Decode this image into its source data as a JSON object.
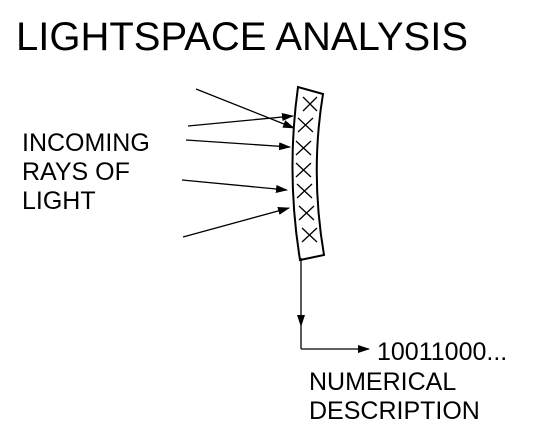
{
  "title": "LIGHTSPACE ANALYSIS",
  "incoming_label": {
    "line1": "INCOMING",
    "line2": "RAYS OF",
    "line3": "LIGHT"
  },
  "output_value": "10011000...",
  "output_label": {
    "line1": "NUMERICAL",
    "line2": "DESCRIPTION"
  },
  "colors": {
    "ink": "#000000",
    "background": "#ffffff"
  }
}
